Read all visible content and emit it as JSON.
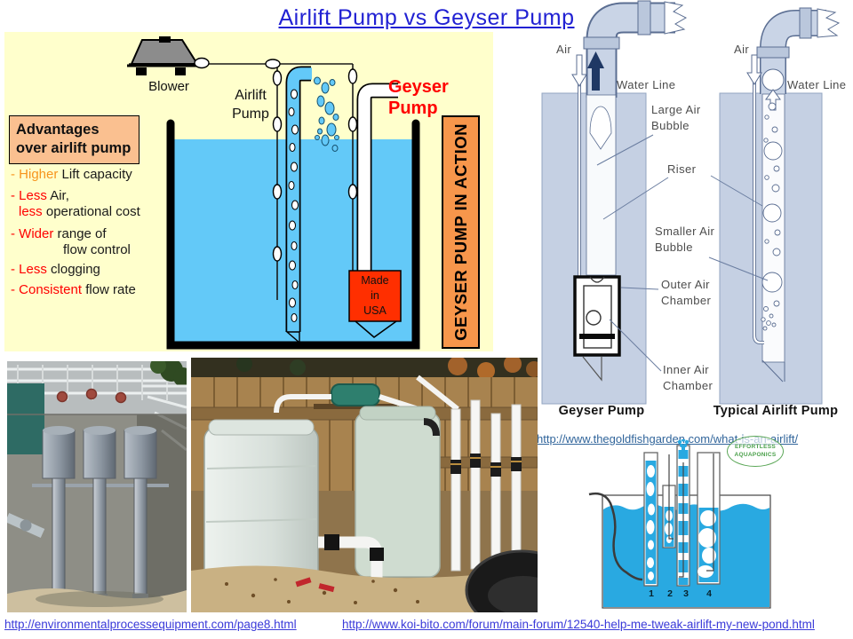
{
  "title": "Airlift Pump vs Geyser Pump",
  "left_diagram": {
    "blower_label": "Blower",
    "airlift_pump_label": "Airlift\nPump",
    "geyser_pump_label": "Geyser\nPump",
    "advantages_title": "Advantages\nover airlift pump",
    "bullets": [
      {
        "highlight": "- Higher",
        "rest": " Lift capacity"
      },
      {
        "highlight": "- Less",
        "rest": " Air,"
      },
      {
        "highlight": "less",
        "rest": " operational cost"
      },
      {
        "highlight": "- Wider",
        "rest": " range of"
      },
      {
        "highlight": "",
        "rest": "flow control"
      },
      {
        "highlight": "- Less",
        "rest": " clogging"
      },
      {
        "highlight": "- Consistent",
        "rest": " flow rate"
      }
    ],
    "made_in_usa_label": "Made\nin\nUSA",
    "banner_label": "GEYSER PUMP IN ACTION"
  },
  "right_diagram": {
    "air_label_left": "Air",
    "air_label_right": "Air",
    "water_line_label_left": "Water Line",
    "water_line_label_right": "Water Line",
    "large_air_bubble_label": "Large Air\nBubble",
    "riser_label": "Riser",
    "smaller_air_bubble_label": "Smaller Air\nBubble",
    "outer_air_chamber_label": "Outer Air\nChamber",
    "inner_air_chamber_label": "Inner Air\nChamber",
    "caption_left": "Geyser Pump",
    "caption_right": "Typical Airlift Pump",
    "source_url": "http://www.thegoldfishgarden.com/what-is-an-airlift/"
  },
  "logo": {
    "line1": "EFFORTLESS",
    "line2": "AQUAPONICS"
  },
  "bottom_diagram": {
    "numbers": [
      "1",
      "2",
      "3",
      "4"
    ]
  },
  "footer": {
    "left_url": "http://environmentalprocessequipment.com/page8.html",
    "right_url": "http://www.koi-bito.com/forum/main-forum/12540-help-me-tweak-airlift-my-new-pond.html"
  },
  "colors": {
    "title_blue": "#2121D3",
    "diagram_bg_yellow": "#FFFFCC",
    "water_blue": "#63C9F8",
    "advantages_box_fill": "#FAC090",
    "highlight_red": "#FF0000",
    "highlight_orange": "#F7941D",
    "banner_orange": "#F7964B",
    "made_in_usa_red": "#FF2F00",
    "right_diagram_water": "#C5D0E3",
    "bottom_tank_blue": "#29A9E1",
    "link_blue": "#3A3AD9",
    "source_link_teal": "#31659B",
    "logo_green": "#5BA757"
  }
}
